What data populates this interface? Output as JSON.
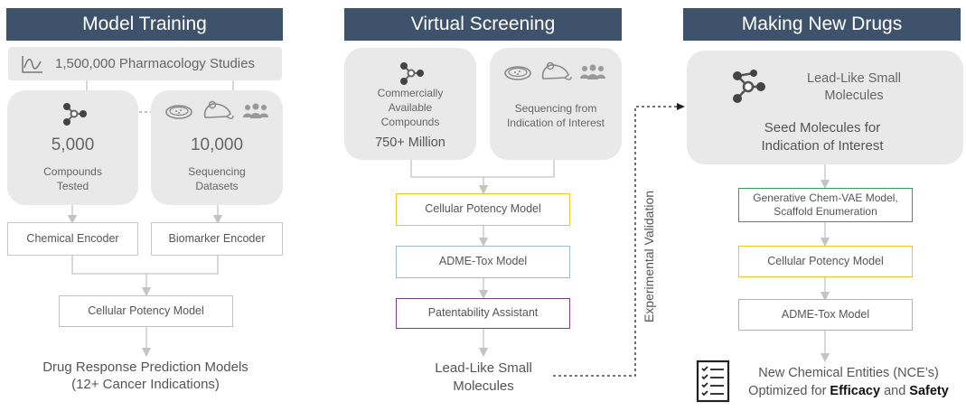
{
  "columns": {
    "model_training": {
      "header": "Model Training",
      "studies": "1,500,000 Pharmacology Studies",
      "compounds_count": "5,000",
      "compounds_label": "Compounds Tested",
      "datasets_count": "10,000",
      "datasets_label": "Sequencing Datasets",
      "chem_encoder": "Chemical Encoder",
      "bio_encoder": "Biomarker Encoder",
      "potency": "Cellular Potency Model",
      "output_line1": "Drug Response Prediction Models",
      "output_line2": "(12+ Cancer Indications)"
    },
    "virtual_screening": {
      "header": "Virtual Screening",
      "commercial_label": "Commercially Available Compounds",
      "commercial_count": "750+ Million",
      "sequencing_label": "Sequencing from Indication of Interest",
      "potency": "Cellular Potency Model",
      "adme": "ADME-Tox Model",
      "patent": "Patentability Assistant",
      "output_line1": "Lead-Like Small",
      "output_line2": "Molecules",
      "validation": "Experimental Validation"
    },
    "making_new_drugs": {
      "header": "Making New Drugs",
      "lead_line1": "Lead-Like Small",
      "lead_line2": "Molecules",
      "seed_line1": "Seed Molecules for",
      "seed_line2": "Indication of Interest",
      "generative_line1": "Generative Chem-VAE Model,",
      "generative_line2": "Scaffold Enumeration",
      "potency": "Cellular Potency Model",
      "adme": "ADME-Tox Model",
      "output_line1": "New Chemical Entities (NCE’s)",
      "output_prefix": "Optimized for ",
      "output_efficacy": "Efficacy",
      "output_and": " and ",
      "output_safety": "Safety"
    }
  },
  "colors": {
    "header_bg": "#3e536b",
    "box_yellow": "#f2c42b",
    "box_blue": "#9fb8d0",
    "box_purple": "#7a3d8f",
    "box_green": "#3c9a5f"
  },
  "icons": [
    "chart-wave-icon",
    "molecule-icon",
    "petri-dish-icon",
    "mouse-icon",
    "people-icon",
    "checklist-icon"
  ]
}
